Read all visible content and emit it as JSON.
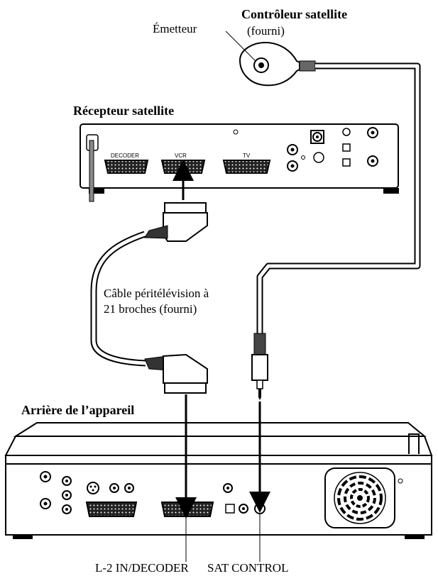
{
  "labels": {
    "transmitter": "Émetteur",
    "sat_controller_title": "Contrôleur satellite",
    "sat_controller_sub": "(fourni)",
    "sat_receiver": "Récepteur satellite",
    "cable_line1": "Câble péritélévision à",
    "cable_line2": "21 broches (fourni)",
    "rear_of_unit": "Arrière de l’appareil",
    "l2_port": "L-2 IN/DECODER",
    "sat_control_port": "SAT CONTROL"
  },
  "receiver_ports": {
    "decoder": "DECODER",
    "vcr": "VCR",
    "tv": "TV"
  }
}
